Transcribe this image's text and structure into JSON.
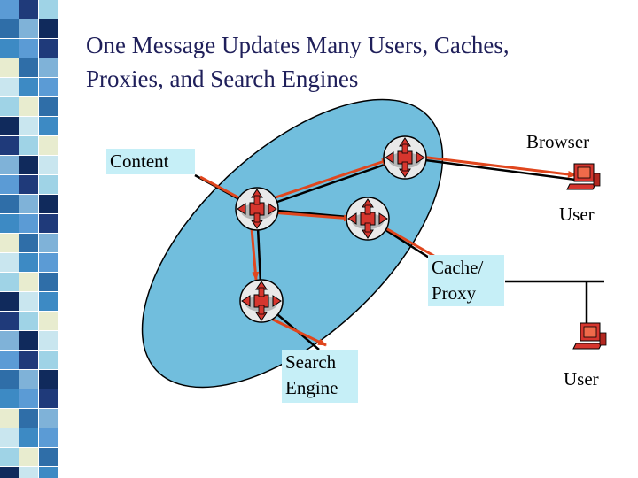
{
  "slide": {
    "title_line1": "One Message Updates Many Users, Caches,",
    "title_line2": "Proxies, and Search Engines"
  },
  "labels": {
    "content": "Content",
    "browser": "Browser",
    "user_top": "User",
    "cache_line1": "Cache/",
    "cache_line2": "Proxy",
    "search_line1": "Search",
    "search_line2": "Engine",
    "user_bottom": "User"
  },
  "icons": {
    "router": "router-icon",
    "computer": "computer-icon"
  },
  "colors": {
    "ellipse_fill": "#71bedd",
    "arrow": "#e0461d",
    "router_fill": "#d6362e",
    "title": "#1f1f5a",
    "label_bg": "#c6eff7"
  }
}
